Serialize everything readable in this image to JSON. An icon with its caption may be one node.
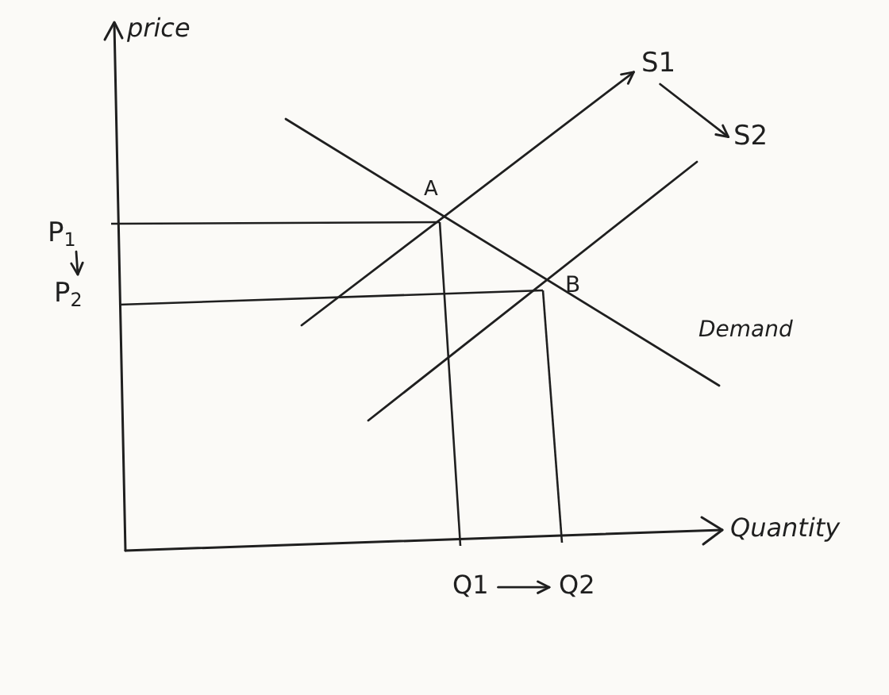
{
  "diagram": {
    "nodes": [
      {
        "text": [
          "S1"
        ]
      },
      {
        "text": [
          "S2"
        ]
      },
      {
        "text": [
          "P$_{1}$"
        ]
      },
      {
        "text": [
          "P$_{2}$"
        ]
      },
      {
        "text": [
          "Q1"
        ]
      },
      {
        "text": [
          "Q2"
        ]
      }
    ],
    "edges": [
      {
        "from": null,
        "to": 0,
        "arrow": "to"
      },
      {
        "from": 0,
        "to": 1,
        "arrow": "to"
      },
      {
        "from": 2,
        "to": 3,
        "arrow": "to"
      },
      {
        "from": 4,
        "to": 5,
        "arrow": "to"
      }
    ],
    "labels": [
      "price",
      "A",
      "B",
      "Demand",
      "Quantity"
    ]
  }
}
